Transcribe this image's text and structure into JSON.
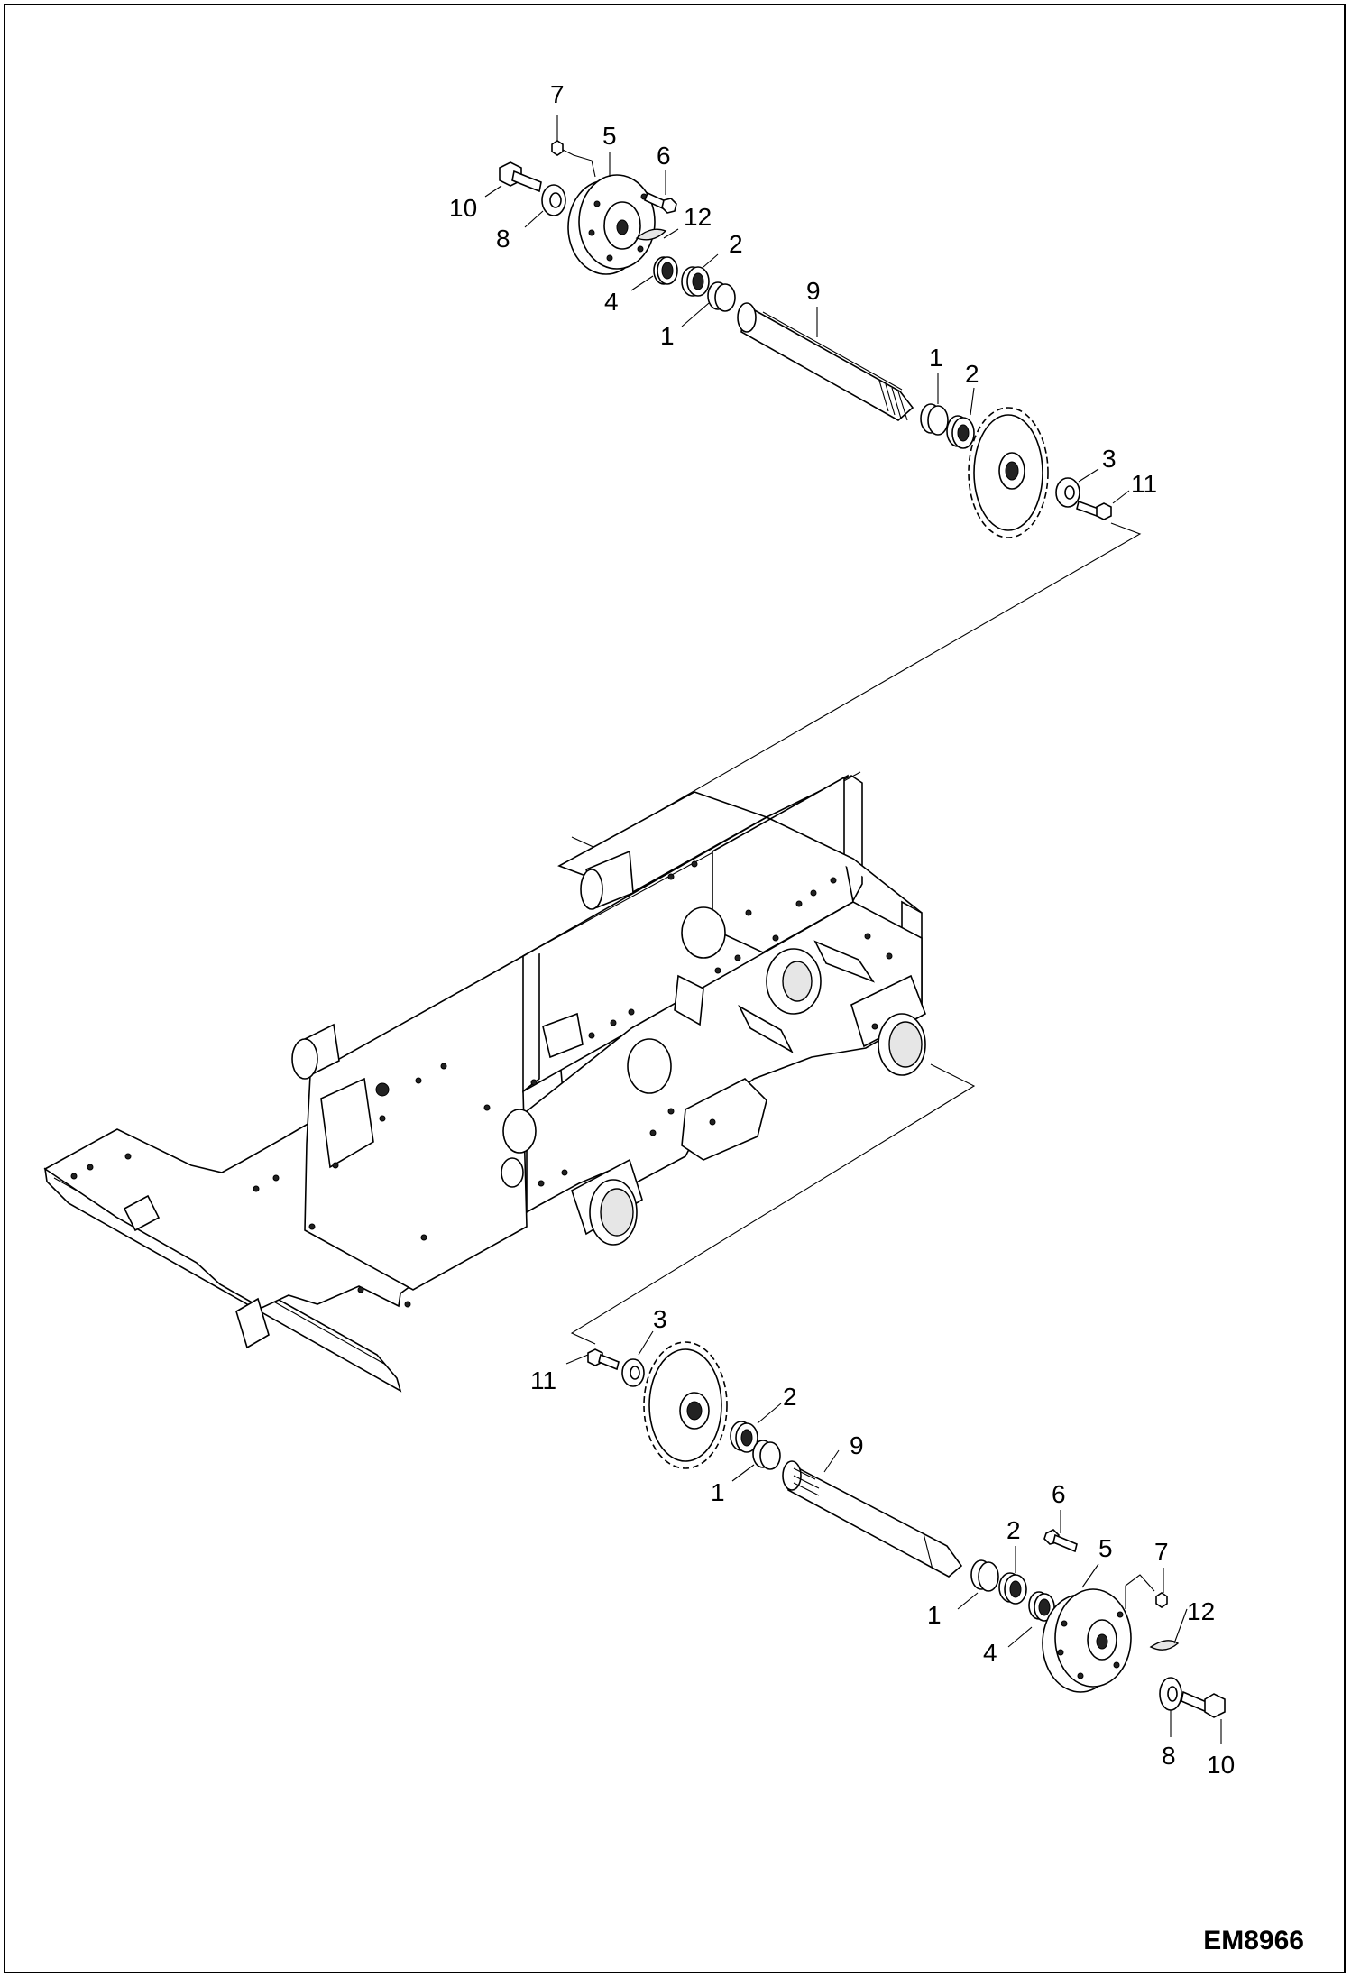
{
  "figure_code": "EM8966",
  "callouts": {
    "top": {
      "n7": "7",
      "n5": "5",
      "n6": "6",
      "n10": "10",
      "n12": "12",
      "n8": "8",
      "n2a": "2",
      "n4": "4",
      "n9": "9",
      "n1a": "1",
      "n1b": "1",
      "n2b": "2",
      "n3": "3",
      "n11": "11"
    },
    "bottom": {
      "n3": "3",
      "n11": "11",
      "n2a": "2",
      "n9": "9",
      "n1a": "1",
      "n6": "6",
      "n2b": "2",
      "n5": "5",
      "n7": "7",
      "n1b": "1",
      "n12": "12",
      "n4": "4",
      "n8": "8",
      "n10": "10"
    }
  }
}
